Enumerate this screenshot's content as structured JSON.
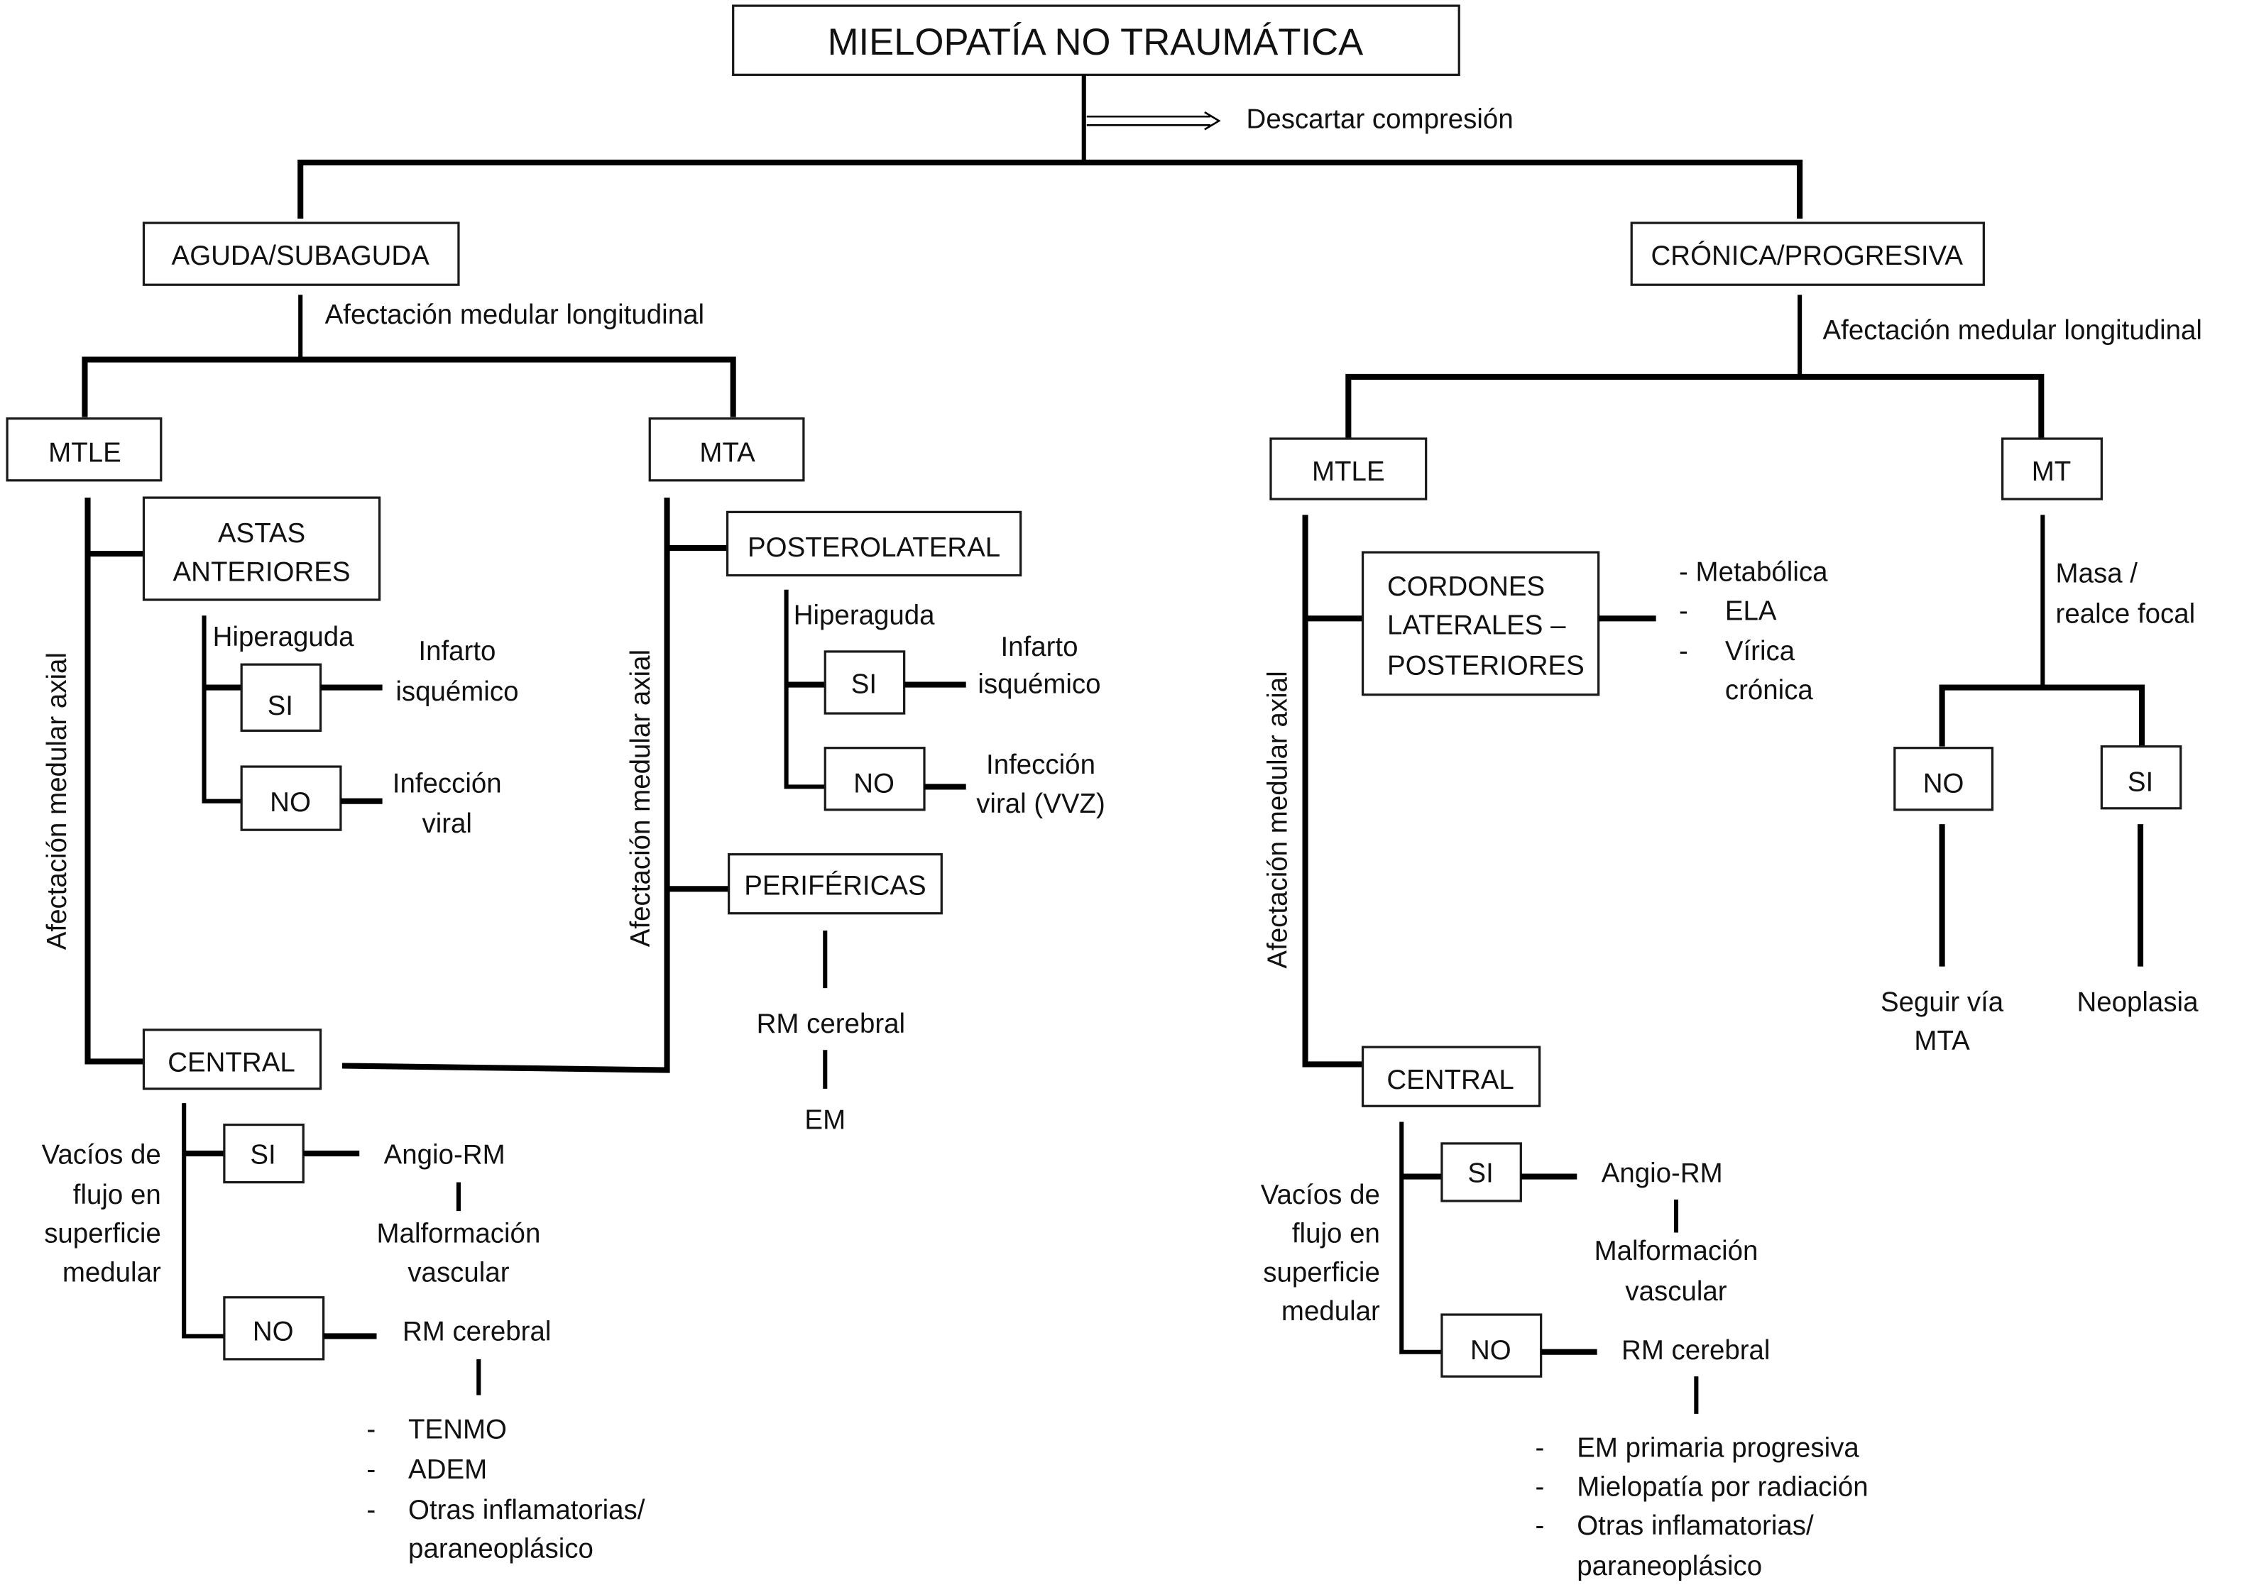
{
  "title": "MIELOPATÍA NO TRAUMÁTICA",
  "rule_out": "Descartar compresión",
  "colors": {
    "line": "#000000",
    "box_fill": "#ffffff",
    "text": "#111111"
  },
  "acute": {
    "label": "AGUDA/SUBAGUDA",
    "longitudinal_label": "Afectación medular longitudinal",
    "mtle": {
      "label": "MTLE",
      "axial_label": "Afectación medular axial",
      "anterior_horns": {
        "label_lines": [
          "ASTAS",
          "ANTERIORES"
        ],
        "question": "Hiperaguda",
        "yes": {
          "label": "SI",
          "result_lines": [
            "Infarto",
            "isquémico"
          ]
        },
        "no": {
          "label": "NO",
          "result_lines": [
            "Infección",
            "viral"
          ]
        }
      }
    },
    "mta": {
      "label": "MTA",
      "axial_label": "Afectación medular axial",
      "posterolateral": {
        "label": "POSTEROLATERAL",
        "question": "Hiperaguda",
        "yes": {
          "label": "SI",
          "result_lines": [
            "Infarto",
            "isquémico"
          ]
        },
        "no": {
          "label": "NO",
          "result_lines": [
            "Infección",
            "viral (VVZ)"
          ]
        }
      },
      "peripheral": {
        "label": "PERIFÉRICAS",
        "step": "RM cerebral",
        "result": "EM"
      }
    },
    "central": {
      "label": "CENTRAL",
      "question_lines": [
        "Vacíos de",
        "flujo en",
        "superficie",
        "medular"
      ],
      "yes": {
        "label": "SI",
        "step": "Angio-RM",
        "result_lines": [
          "Malformación",
          "vascular"
        ]
      },
      "no": {
        "label": "NO",
        "step": "RM cerebral",
        "bullet": "-",
        "results": [
          "TENMO",
          "ADEM",
          "Otras inflamatorias/",
          "paraneoplásico"
        ]
      }
    }
  },
  "chronic": {
    "label": "CRÓNICA/PROGRESIVA",
    "longitudinal_label": "Afectación medular longitudinal",
    "mtle": {
      "label": "MTLE",
      "axial_label": "Afectación medular axial",
      "lateral_posterior": {
        "label_lines": [
          "CORDONES",
          "LATERALES –",
          "POSTERIORES"
        ],
        "results": [
          "- Metabólica",
          "-",
          "ELA",
          "-",
          "Vírica",
          "crónica"
        ]
      },
      "central": {
        "label": "CENTRAL",
        "question_lines": [
          "Vacíos de",
          "flujo en",
          "superficie",
          "medular"
        ],
        "yes": {
          "label": "SI",
          "step": "Angio-RM",
          "result_lines": [
            "Malformación",
            "vascular"
          ]
        },
        "no": {
          "label": "NO",
          "step": "RM cerebral",
          "bullet": "-",
          "results": [
            "EM primaria progresiva",
            "Mielopatía por radiación",
            "Otras inflamatorias/",
            "paraneoplásico"
          ]
        }
      }
    },
    "mt": {
      "label": "MT",
      "question_lines": [
        "Masa /",
        "realce focal"
      ],
      "no": {
        "label": "NO",
        "result_lines": [
          "Seguir vía",
          "MTA"
        ]
      },
      "yes": {
        "label": "SI",
        "result": "Neoplasia"
      }
    }
  }
}
